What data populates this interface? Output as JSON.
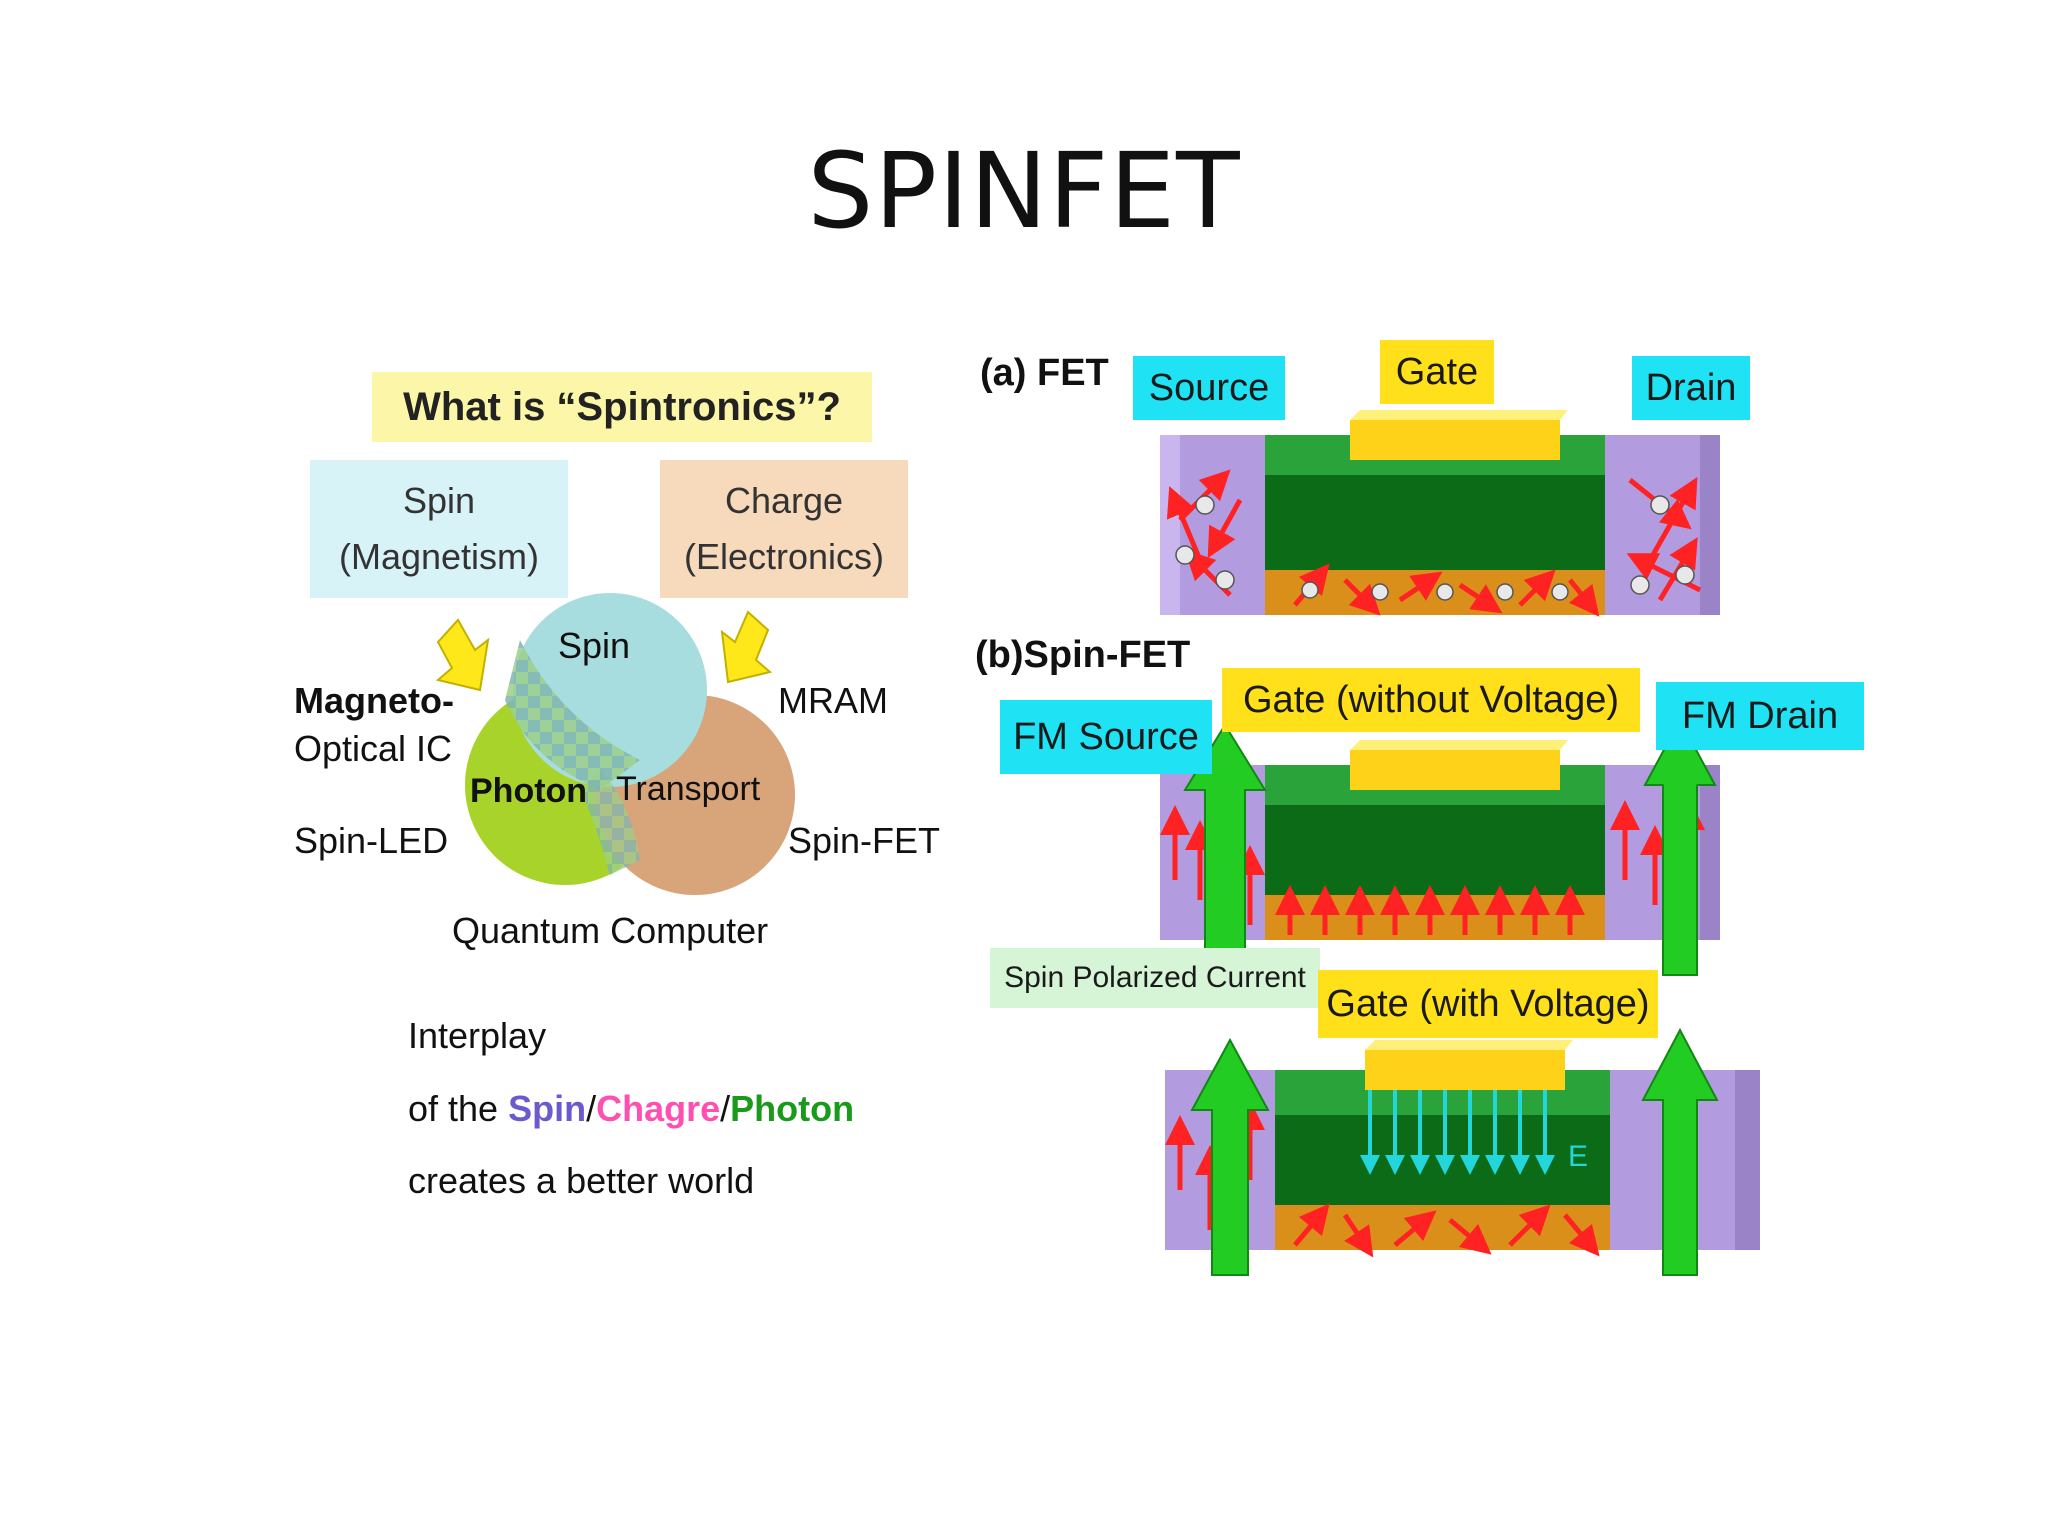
{
  "slide": {
    "title": "SPINFET"
  },
  "left": {
    "heading": "What is “Spintronics”?",
    "spin_box": {
      "line1": "Spin",
      "line2": "(Magnetism)"
    },
    "charge_box": {
      "line1": "Charge",
      "line2": "(Electronics)"
    },
    "venn": {
      "spin": "Spin",
      "photon": "Photon",
      "transport": "Transport"
    },
    "labels": {
      "magneto_1": "Magneto-",
      "magneto_2": "Optical IC",
      "mram": "MRAM",
      "spin_led": "Spin-LED",
      "spin_fet": "Spin-FET",
      "quantum": "Quantum Computer"
    },
    "caption": {
      "line1": "Interplay",
      "line2_prefix": "of the ",
      "spin": "Spin",
      "slash1": "/",
      "charge": "Chagre",
      "slash2": "/",
      "photon": "Photon",
      "line3": "creates a better world"
    }
  },
  "right": {
    "panel_a": {
      "label": "(a) FET",
      "source": "Source",
      "gate": "Gate",
      "drain": "Drain"
    },
    "panel_b": {
      "label": "(b)Spin-FET",
      "fm_source": "FM Source",
      "gate_no_v": "Gate (without Voltage)",
      "fm_drain": "FM Drain",
      "spin_current": "Spin Polarized Current",
      "gate_v": "Gate (with Voltage)",
      "field": "E"
    }
  },
  "colors": {
    "cyan": "#1fe3f4",
    "yellow": "#ffe01a",
    "dark_green": "#0b6b17",
    "purple": "#b39be0",
    "orange": "#d98f1a",
    "spin_blue": "#6a5acd",
    "charge_pink": "#ff4fb0",
    "photon_green": "#1a9a1a"
  }
}
